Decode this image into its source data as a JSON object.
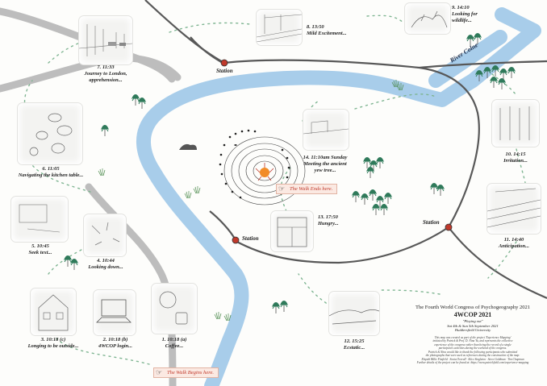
{
  "river": {
    "name": "River Colne"
  },
  "stations": [
    {
      "id": "station-north",
      "label": "Station"
    },
    {
      "id": "station-center",
      "label": "Station"
    },
    {
      "id": "station-east",
      "label": "Station"
    }
  ],
  "stops": [
    {
      "num": "1",
      "time": "10:18 (a)",
      "caption": "Coffee...",
      "line1": "1. 10:18 (a)",
      "line2": "Coffee..."
    },
    {
      "num": "2",
      "time": "10:18 (b)",
      "caption": "4WCOP login...",
      "line1": "2. 10:18 (b)",
      "line2": "4WCOP login..."
    },
    {
      "num": "3",
      "time": "10:18 (c)",
      "caption": "Longing to be outside...",
      "line1": "3. 10:18 (c)",
      "line2": "Longing to be outside..."
    },
    {
      "num": "4",
      "time": "10:44",
      "caption": "Looking down...",
      "line1": "4. 10:44",
      "line2": "Looking down..."
    },
    {
      "num": "5",
      "time": "10:45",
      "caption": "Seek text...",
      "line1": "5. 10:45",
      "line2": "Seek text..."
    },
    {
      "num": "6",
      "time": "11:05",
      "caption": "Navigating the kitchen table...",
      "line1": "6. 11:05",
      "line2": "Navigating the kitchen table..."
    },
    {
      "num": "7",
      "time": "11:33",
      "caption": "Journey to London, apprehension...",
      "line1": "7. 11:33",
      "line2": "Journey to London,",
      "line3": "apprehension..."
    },
    {
      "num": "8",
      "time": "13:50",
      "caption": "Mild Excitement...",
      "line1": "8. 13:50",
      "line2": "Mild Excitement..."
    },
    {
      "num": "9",
      "time": "14:10",
      "caption": "Looking for wildlife...",
      "line1": "9. 14:10",
      "line2": "Looking for",
      "line3": "wildlife..."
    },
    {
      "num": "10",
      "time": "14:15",
      "caption": "Irritation...",
      "line1": "10. 14:15",
      "line2": "Irritation..."
    },
    {
      "num": "11",
      "time": "14:40",
      "caption": "Anticipation...",
      "line1": "11. 14:40",
      "line2": "Anticipation..."
    },
    {
      "num": "12",
      "time": "15:25",
      "caption": "Ecstatic...",
      "line1": "12. 15:25",
      "line2": "Ecstatic..."
    },
    {
      "num": "13",
      "time": "17:50",
      "caption": "Hungry...",
      "line1": "13. 17:50",
      "line2": "Hungry..."
    },
    {
      "num": "14",
      "time": "11:10am Sunday",
      "caption": "Meeting the ancient yew tree...",
      "line1": "14. 11:10am Sunday",
      "line2": "Meeting the ancient",
      "line3": "yew tree..."
    }
  ],
  "banners": {
    "begin": "The Walk Begins here.",
    "end": "The Walk Ends here."
  },
  "info": {
    "title": "The Fourth World Congress of Psychogeography 2021",
    "code": "4WCOP 2021",
    "subtitle": "\"Playing out\"",
    "dates": "Sat 4th & Sun 5th September 2021",
    "venue": "Huddersfield University",
    "body": [
      "This map was created as part of the project 'Experience Mapping'",
      "initiated by Patrick & Prof. D. Nina Yu, and represents the collective",
      "experience of the congress rather than being the record of a single",
      "participant's activities during the weekend of the congress.",
      "Patrick & Nina would like to thank the following participants who submitted",
      "the photographs that were used as references during the construction of the map:",
      "Elspeth Billie Fitzfield · Sonia Overall · Alice Singleton · Steve Goldman · Tim Chapman",
      "Further details of the project can be found at: https://www.patrickfield.com/experience-mapping"
    ]
  },
  "colors": {
    "river": "#a8cdea",
    "rail": "#585858",
    "rail_light": "#bdbdbd",
    "path_dots": "#7fb592",
    "station_dot": "#c0392b",
    "banner_text": "#c0392b"
  },
  "icons": [
    "pointing-hand-icon",
    "tree-icon",
    "yew-tree-icon",
    "footprints-icon"
  ]
}
